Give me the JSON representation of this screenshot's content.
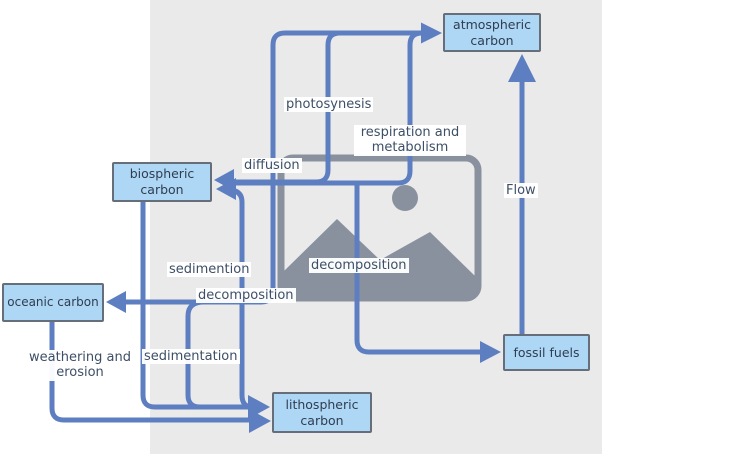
{
  "colors": {
    "node_fill": "#aed7f6",
    "node_border": "#666e79",
    "connector_blue": "#5d7ec0",
    "panel_gray": "#eaeaea",
    "placeholder_gray": "#8a919e",
    "label_text": "#3d4f66"
  },
  "nodes": {
    "atmospheric": {
      "label": "atmospheric carbon"
    },
    "biospheric": {
      "label": "biospheric carbon"
    },
    "oceanic": {
      "label": "oceanic carbon"
    },
    "lithospheric": {
      "label": "lithospheric carbon"
    },
    "fossil": {
      "label": "fossil fuels"
    }
  },
  "edge_labels": {
    "photosynthesis": {
      "label": "photosynesis"
    },
    "respiration": {
      "label": "respiration and metabolism"
    },
    "diffusion": {
      "label": "diffusion"
    },
    "sedimentation_upper": {
      "label": "sedimention"
    },
    "decomposition_right": {
      "label": "decomposition"
    },
    "decomposition_left": {
      "label": "decomposition"
    },
    "sedimentation_lower": {
      "label": "sedimentation"
    },
    "weathering": {
      "label": "weathering and erosion"
    },
    "flow": {
      "label": "Flow"
    }
  },
  "icons": {
    "image_placeholder": "broken-image-placeholder"
  }
}
